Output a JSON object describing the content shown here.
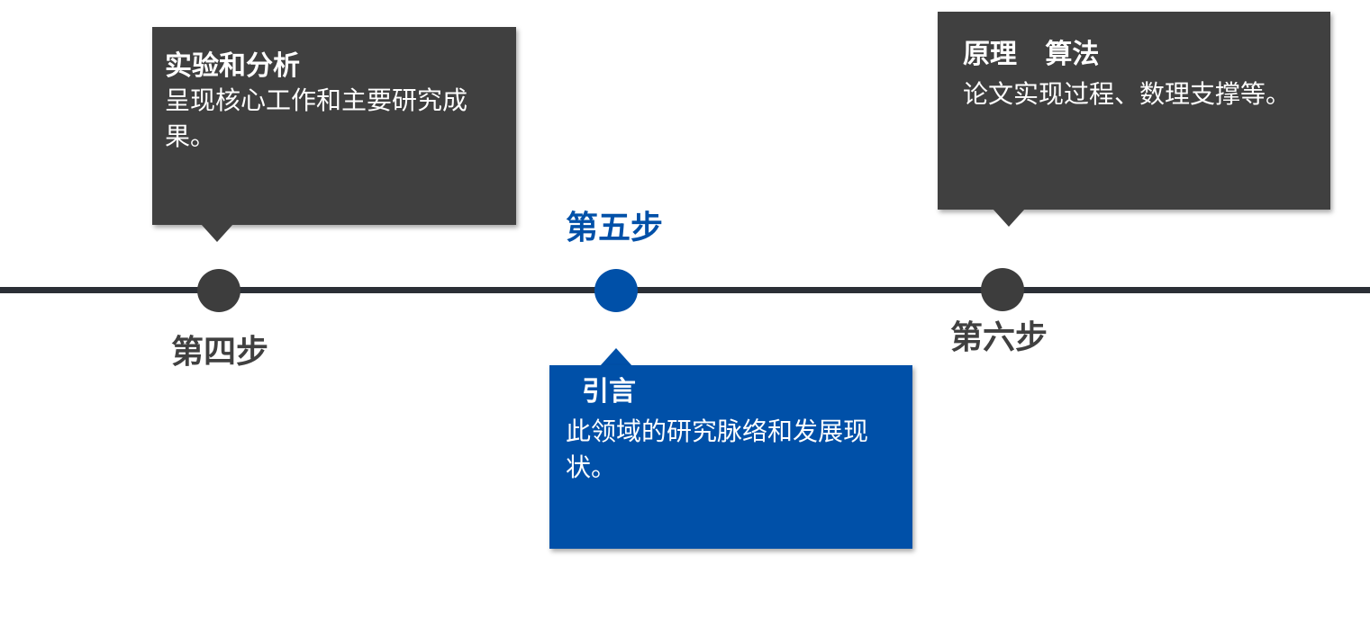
{
  "steps": {
    "four": {
      "label": "第四步",
      "card_title": "实验和分析",
      "card_desc": "呈现核心工作和主要研究成果。"
    },
    "five": {
      "label": "第五步",
      "card_title": "引言",
      "card_desc": "此领域的研究脉络和发展现状。"
    },
    "six": {
      "label": "第六步",
      "card_title": "原理   算法",
      "card_desc": "论文实现过程、数理支撑等。"
    }
  },
  "colors": {
    "dark": "#404040",
    "blue": "#0050a8",
    "line": "#2b2f36"
  }
}
